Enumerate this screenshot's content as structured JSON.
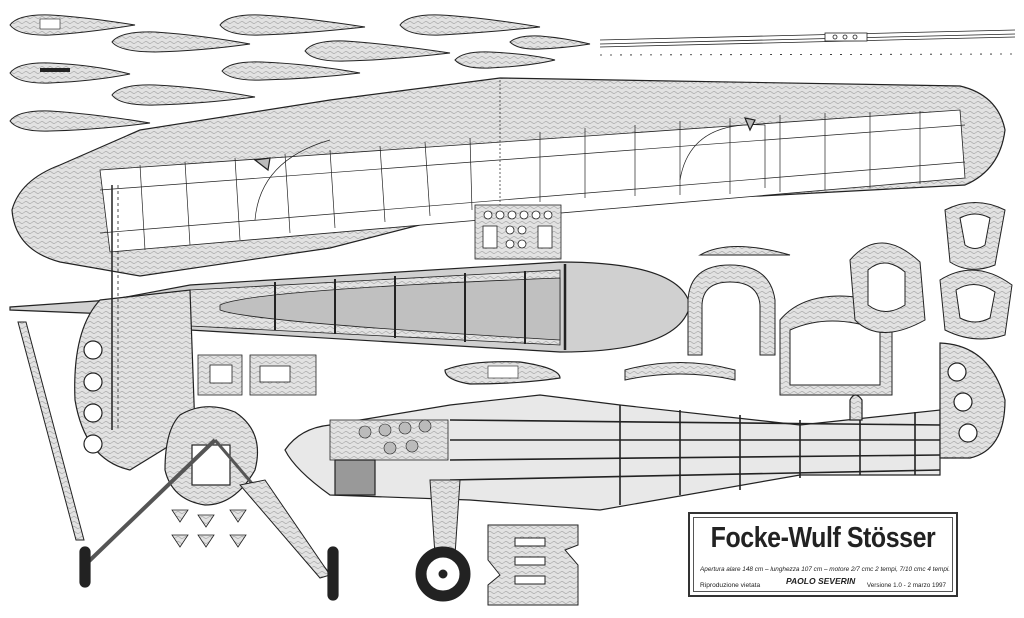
{
  "title_block": {
    "title": "Focke-Wulf Stösser",
    "subtitle": "Apertura alare 148 cm – lunghezza 107 cm – motore 2/7 cmc 2 tempi, 7/10 cmc 4 tempi.",
    "reproduction": "Riproduzione vietata",
    "author": "PAOLO SEVERIN",
    "version": "Versione 1.0 - 2 marzo 1997"
  },
  "colors": {
    "line": "#222222",
    "balsa_fill": "#d9d9d9",
    "cabin_fill": "#c8c8c8",
    "paper": "#ffffff"
  }
}
